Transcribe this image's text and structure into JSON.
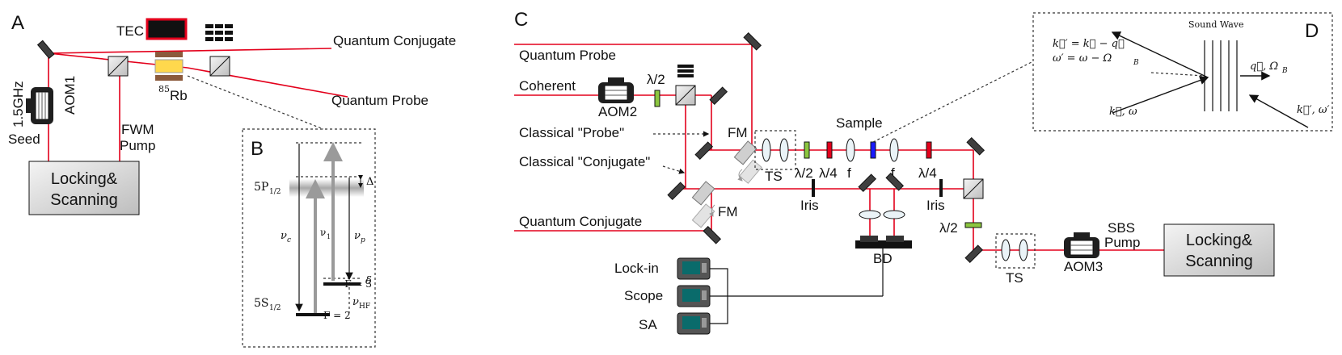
{
  "panels": {
    "a": "A",
    "b": "B",
    "c": "C",
    "d": "D"
  },
  "panel_a": {
    "tec": "TEC",
    "rb_mass": "85",
    "rb_symbol": "Rb",
    "quantum_conjugate": "Quantum Conjugate",
    "quantum_probe": "Quantum Probe",
    "aom_label": "AOM1",
    "aom_freq": "1.5GHz",
    "seed": "Seed",
    "fwm_pump_line1": "FWM",
    "fwm_pump_line2": "Pump",
    "locking_line1": "Locking&",
    "locking_line2": "Scanning"
  },
  "panel_b": {
    "upper_level_main": "5P",
    "upper_level_sub": "1/2",
    "lower_level_main": "5S",
    "lower_level_sub": "1/2",
    "delta_big": "Δ",
    "delta_small": "δ",
    "nu_c_main": "ν",
    "nu_c_sub": "c",
    "nu_1_main": "ν",
    "nu_1_sub": "1",
    "nu_p_main": "ν",
    "nu_p_sub": "p",
    "nu_hf_main": "ν",
    "nu_hf_sub": "HF",
    "f3": "F = 3",
    "f2": "F = 2"
  },
  "panel_c": {
    "quantum_probe": "Quantum Probe",
    "coherent": "Coherent",
    "aom2": "AOM2",
    "lambda2_a": "λ/2",
    "classical_probe": "Classical \"Probe\"",
    "classical_conjugate": "Classical \"Conjugate\"",
    "fm_top": "FM",
    "fm_bottom": "FM",
    "ts_left": "TS",
    "sample": "Sample",
    "lambda2_b": "λ/2",
    "lambda4_a": "λ/4",
    "f_a": "f",
    "f_b": "f",
    "lambda4_b": "λ/4",
    "iris_a": "Iris",
    "iris_b": "Iris",
    "lambda2_c": "λ/2",
    "quantum_conjugate": "Quantum Conjugate",
    "bd": "BD",
    "lock_in": "Lock-in",
    "scope": "Scope",
    "sa": "SA",
    "ts_right": "TS",
    "aom3": "AOM3",
    "sbs_pump_line1": "SBS",
    "sbs_pump_line2": "Pump",
    "locking_line1": "Locking&",
    "locking_line2": "Scanning"
  },
  "panel_d": {
    "sound_wave": "Sound Wave",
    "eq_k": "k⃗′ = k⃗ − q⃗",
    "eq_w": "ω′ = ω − Ω",
    "eq_w_sub": "B",
    "q_label": "q⃗, Ω",
    "q_sub": "B",
    "k_in": "k⃗, ω",
    "k_out": "k⃗′, ω′"
  },
  "colors": {
    "beam": "#e3001b",
    "waveplate_half": "#8cc63f",
    "waveplate_quarter": "#e3001b",
    "sample": "#1a1aff",
    "tec_border": "#e3001b",
    "cell": "#ffd84d"
  },
  "icons": [
    "mirror-icon",
    "beam-splitter-icon",
    "aom-icon",
    "lens-icon",
    "waveplate-icon",
    "iris-icon",
    "detector-icon",
    "instrument-icon",
    "stacked-mirror-icon"
  ]
}
